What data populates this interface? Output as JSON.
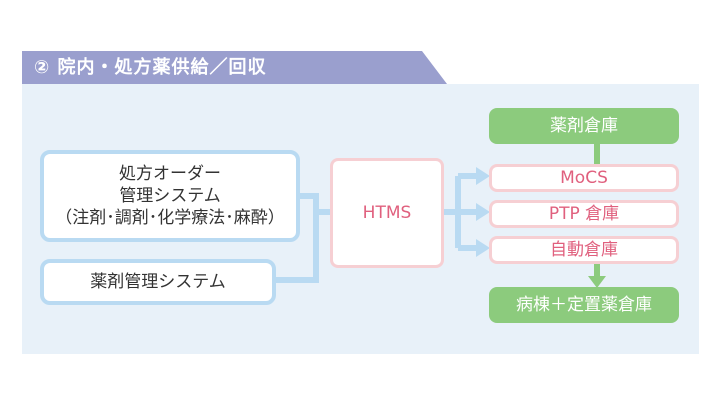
{
  "banner": {
    "number": "②",
    "title": "院内・処方薬供給／回収",
    "color": "#9a9fce"
  },
  "colors": {
    "panel": "#e8f1f9",
    "blue_border": "#b9daf2",
    "pink_border": "#f6cfd3",
    "pink_text": "#e0607e",
    "green": "#8ccb7d",
    "arrow_blue": "#b9daf2",
    "arrow_green": "#8ccb7d"
  },
  "nodes": {
    "prescription_line1": "処方オーダー",
    "prescription_line2": "管理システム",
    "prescription_line3": "（注剤･調剤･化学療法･麻酔）",
    "drug_mgmt": "薬剤管理システム",
    "htms": "HTMS",
    "drug_warehouse": "薬剤倉庫",
    "mocs": "MoCS",
    "ptp": "PTP 倉庫",
    "auto": "自動倉庫",
    "ward": "病棟＋定置薬倉庫"
  }
}
